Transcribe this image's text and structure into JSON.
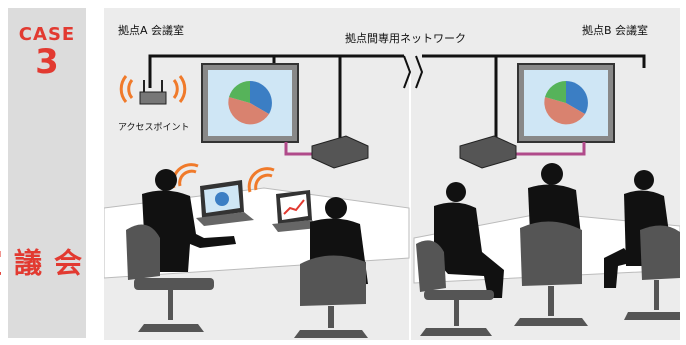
{
  "case": {
    "label": "CASE",
    "number": "3",
    "title": "会議室にて"
  },
  "diagram": {
    "site_a_label": "拠点A 会議室",
    "site_b_label": "拠点B 会議室",
    "network_label": "拠点間専用ネットワーク",
    "access_point_label": "アクセスポイント"
  },
  "colors": {
    "accent": "#e23a31",
    "sidebar_bg": "#dcdcdc",
    "scene_bg": "#ececec",
    "line": "#111111",
    "hdmi_cable": "#b04a8a",
    "pie_blue": "#3b7ec4",
    "pie_red": "#d9826f",
    "pie_green": "#56b35a",
    "screen_bg": "#cfe6f5",
    "wifi": "#f07a2a"
  }
}
